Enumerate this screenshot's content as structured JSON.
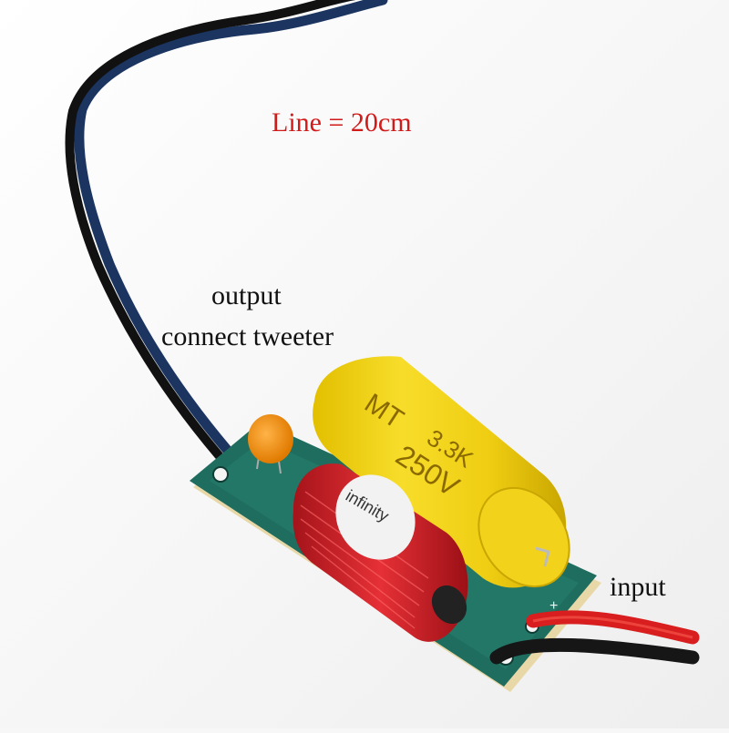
{
  "labels": {
    "line_length": "Line = 20cm",
    "output": "output",
    "connect": "connect tweeter",
    "input": "input"
  },
  "components": {
    "capacitor_marking_1": "MT",
    "capacitor_marking_2": "250V",
    "capacitor_value": "3.3K",
    "coil_brand": "infinity",
    "pcb_plus": "+",
    "pcb_minus": "-"
  },
  "colors": {
    "label_red": "#d11a1a",
    "capacitor": "#f0d000",
    "pcb": "#1f6d5e",
    "coil": "#d6262b",
    "wire_blue": "#1b3560",
    "wire_red": "#d81e1e"
  }
}
